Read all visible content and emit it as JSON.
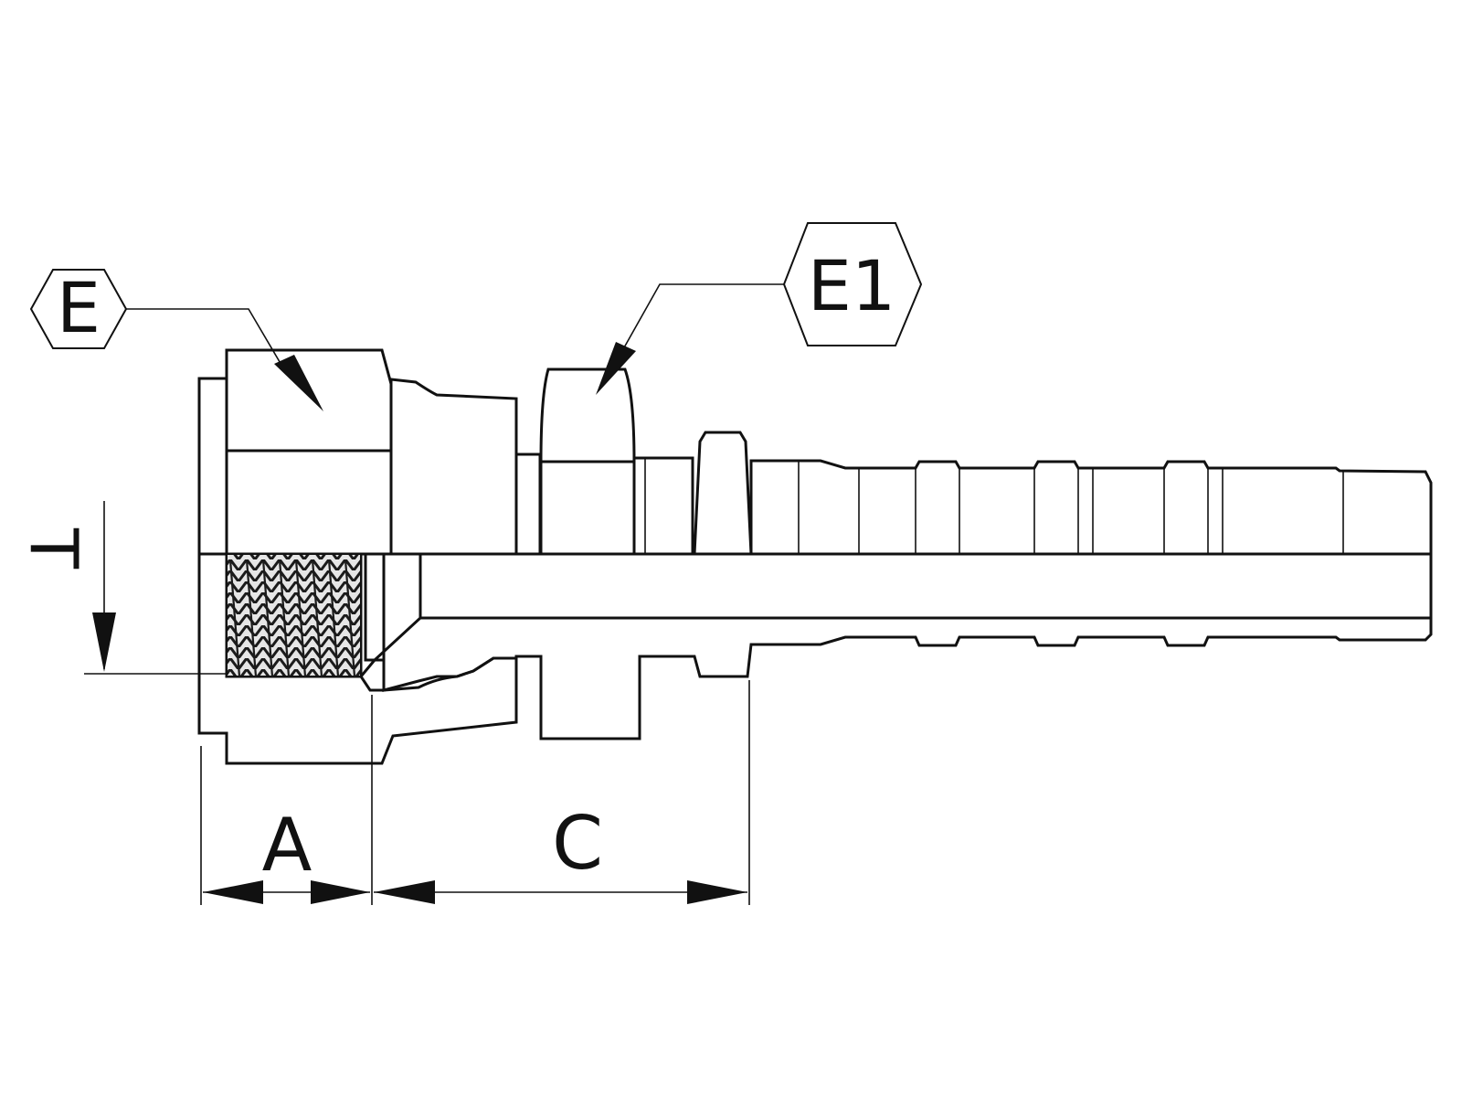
{
  "diagram": {
    "labels": {
      "E": "E",
      "E1": "E1",
      "T": "T",
      "A": "A",
      "C": "C"
    },
    "colors": {
      "nut_gray": "#a7a7a7",
      "body_light": "#ececec",
      "body_mid": "#d4d4d4",
      "section_fill": "#f4f4ee",
      "thread_dark": "#2a2a2a",
      "line": "#111111"
    }
  }
}
